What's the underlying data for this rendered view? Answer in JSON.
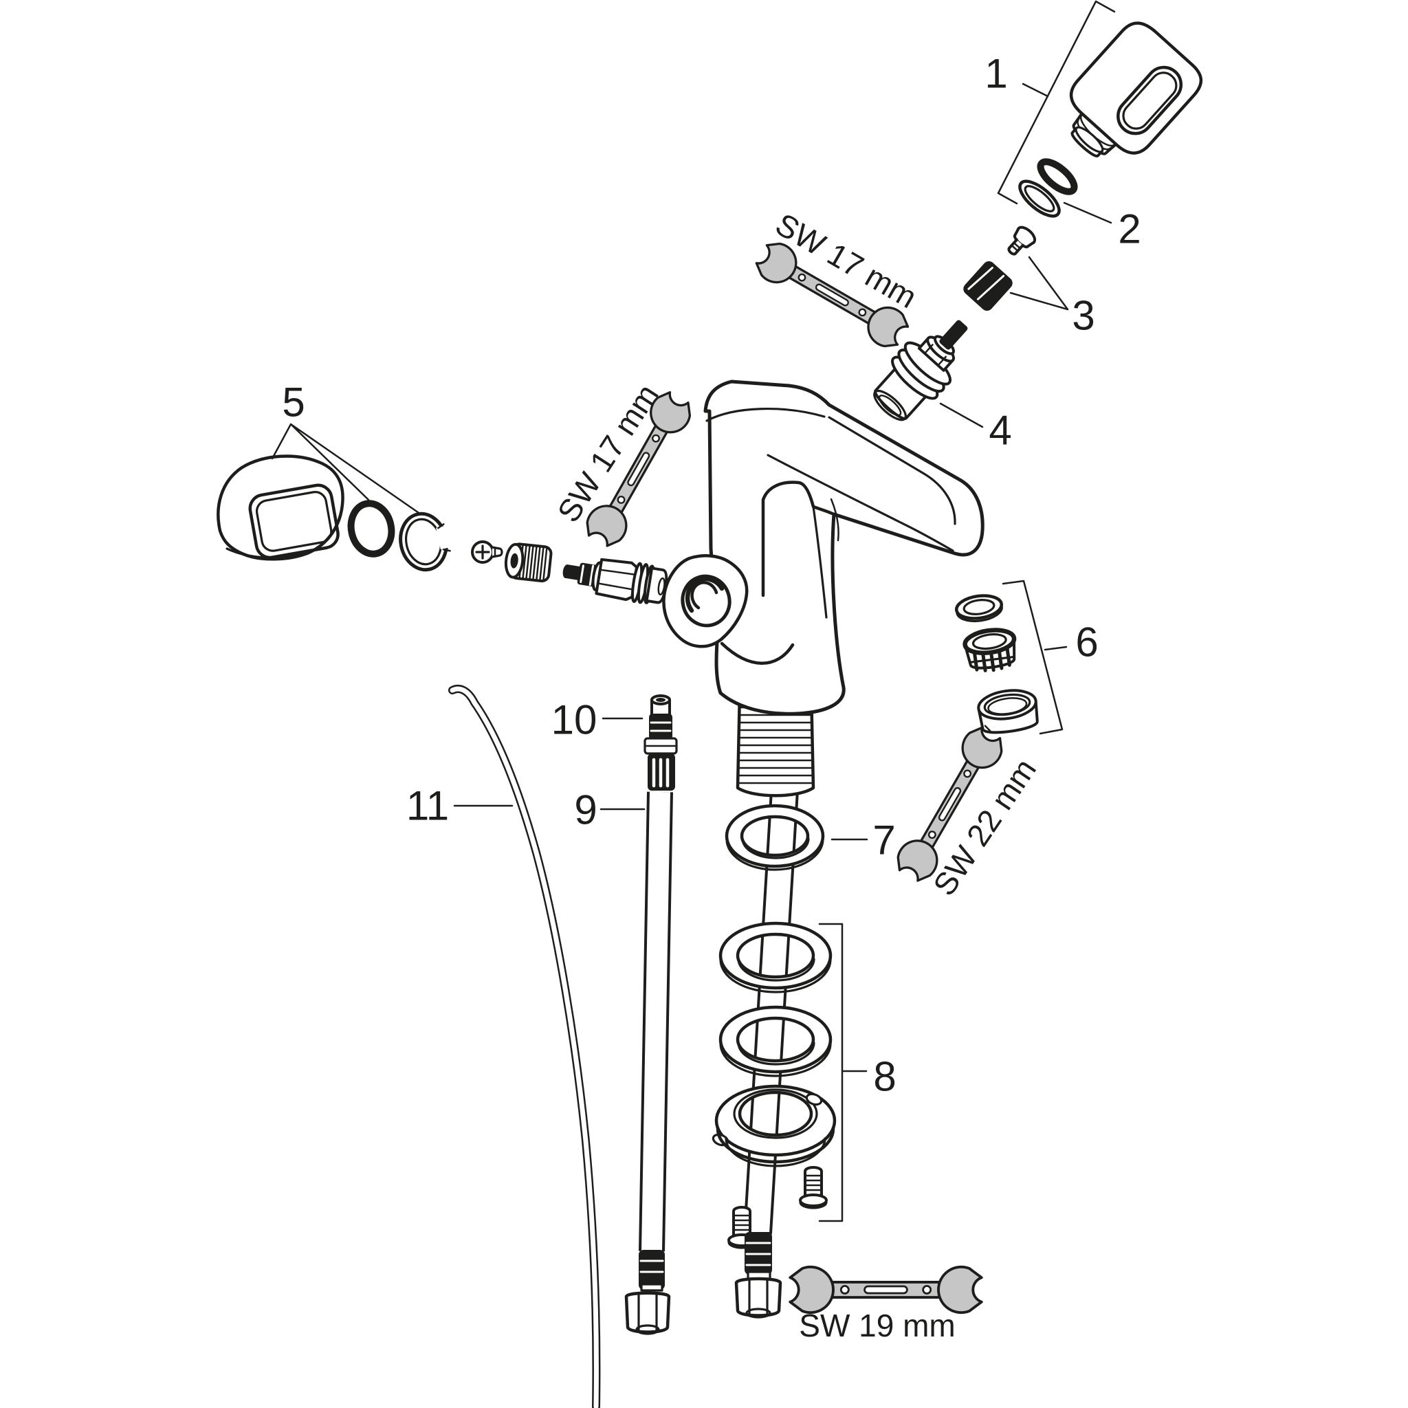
{
  "diagram": {
    "kind": "exploded-parts-diagram",
    "colors": {
      "line": "#1d1d1b",
      "wrench_fill": "#c6c6c6",
      "background": "#ffffff"
    },
    "part_labels": [
      "1",
      "2",
      "3",
      "4",
      "5",
      "6",
      "7",
      "8",
      "9",
      "10",
      "11"
    ],
    "tool_labels": {
      "wrench_top": "SW 17 mm",
      "wrench_side": "SW 17 mm",
      "wrench_aerator": "SW 22 mm",
      "wrench_hose": "SW 19 mm"
    }
  }
}
